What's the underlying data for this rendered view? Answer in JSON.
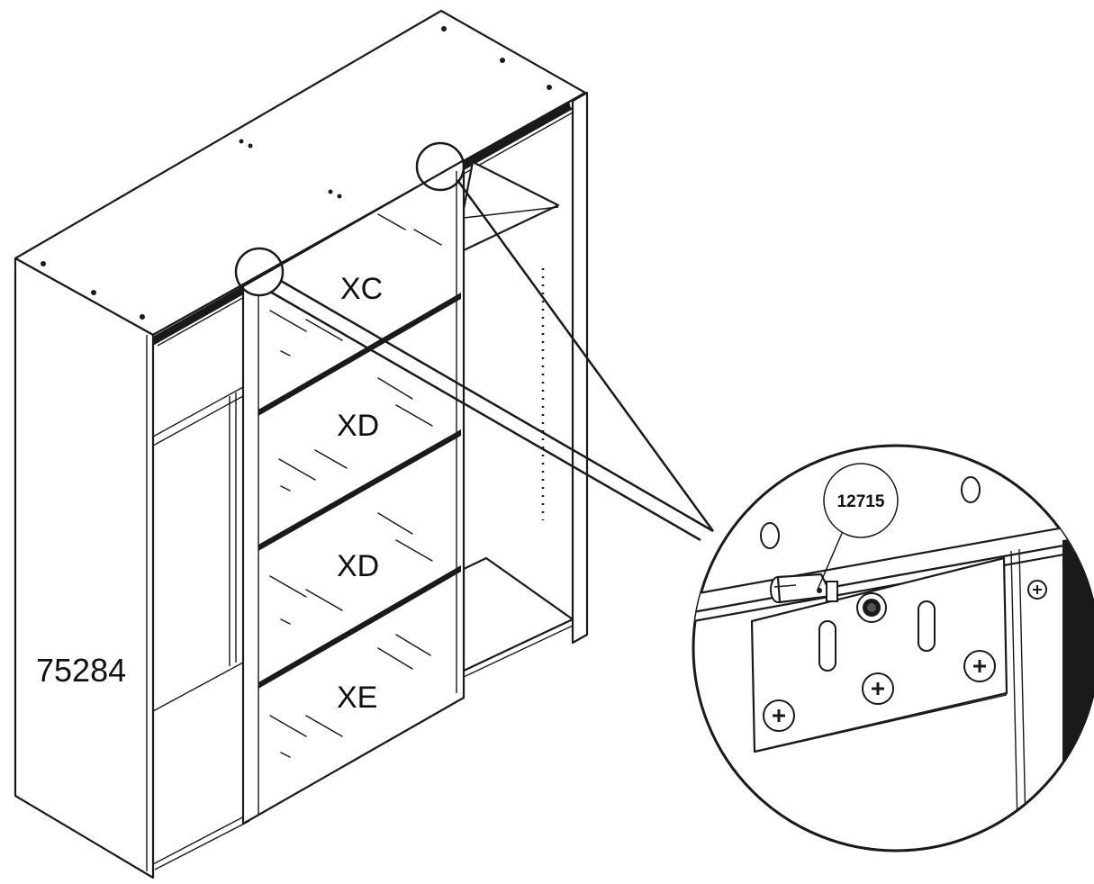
{
  "wardrobe": {
    "part_code": "75284"
  },
  "door_panels": [
    {
      "label": "XC"
    },
    {
      "label": "XD"
    },
    {
      "label": "XD"
    },
    {
      "label": "XE"
    }
  ],
  "detail_callout": {
    "part_code": "12715"
  },
  "colors": {
    "line": "#1a1a1a",
    "background": "#ffffff"
  }
}
